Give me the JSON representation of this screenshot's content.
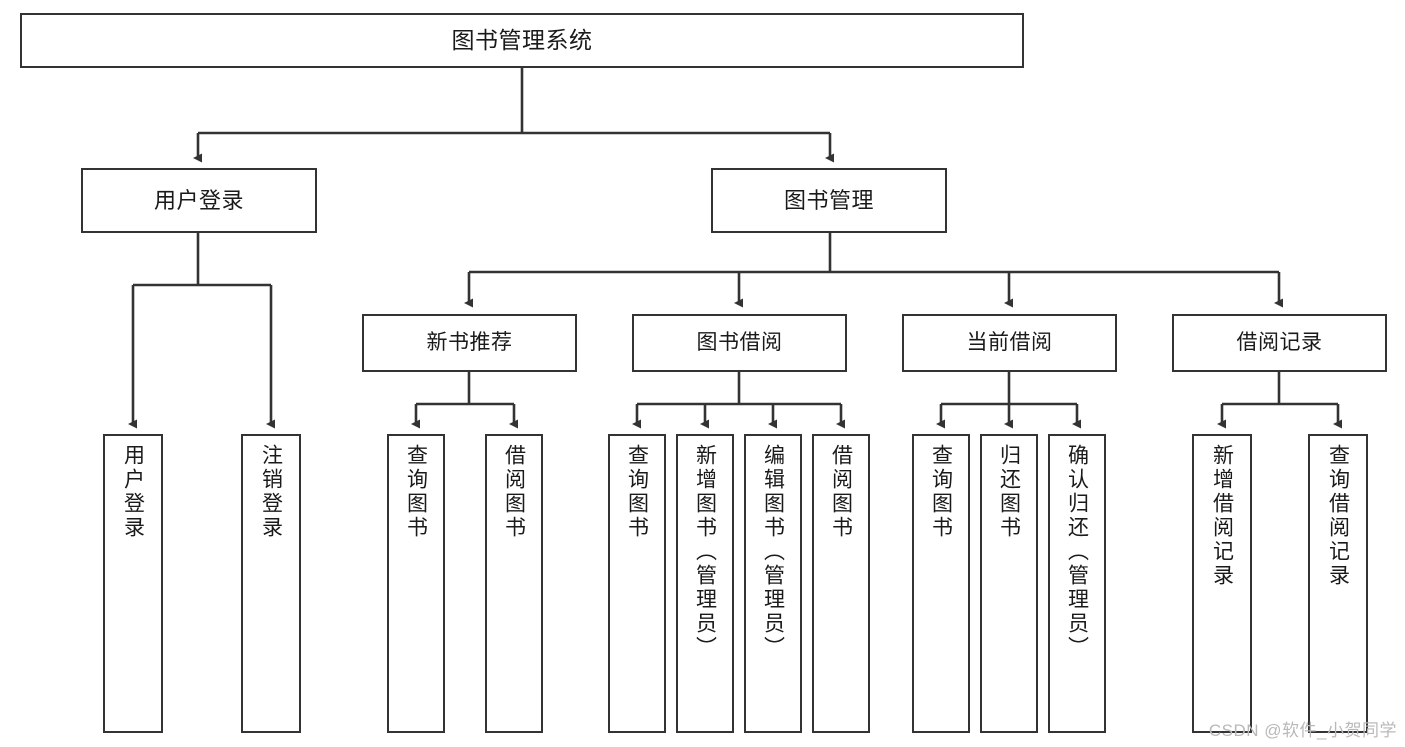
{
  "diagram": {
    "title": "图书管理系统",
    "type": "tree",
    "colors": {
      "box_border": "#333333",
      "box_fill": "#ffffff",
      "connector": "#333333",
      "text": "#1a1a1a",
      "watermark": "#b9b9b9",
      "background": "#ffffff"
    },
    "root": {
      "label": "图书管理系统"
    },
    "level2": [
      {
        "label": "用户登录"
      },
      {
        "label": "图书管理"
      }
    ],
    "level3": [
      {
        "label": "新书推荐"
      },
      {
        "label": "图书借阅"
      },
      {
        "label": "当前借阅"
      },
      {
        "label": "借阅记录"
      }
    ],
    "leaves": {
      "user_login": [
        {
          "label": "用户登录"
        },
        {
          "label": "注销登录"
        }
      ],
      "new_book_recommend": [
        {
          "label": "查询图书"
        },
        {
          "label": "借阅图书"
        }
      ],
      "book_borrow": [
        {
          "label": "查询图书"
        },
        {
          "label": "新增图书（管理员）"
        },
        {
          "label": "编辑图书（管理员）"
        },
        {
          "label": "借阅图书"
        }
      ],
      "current_borrow": [
        {
          "label": "查询图书"
        },
        {
          "label": "归还图书"
        },
        {
          "label": "确认归还（管理员）"
        }
      ],
      "borrow_record": [
        {
          "label": "新增借阅记录"
        },
        {
          "label": "查询借阅记录"
        }
      ]
    }
  },
  "watermark": {
    "text": "CSDN @软件_小贺同学"
  }
}
